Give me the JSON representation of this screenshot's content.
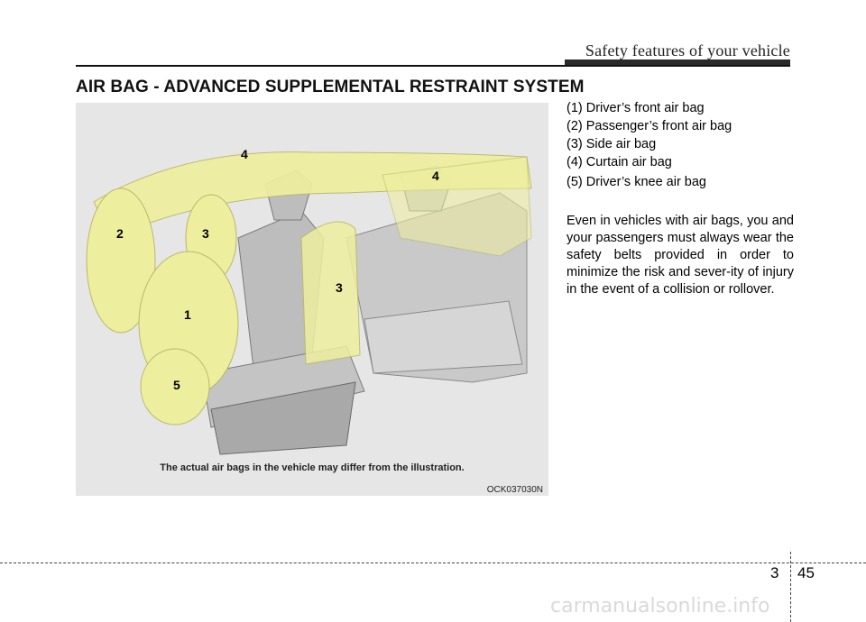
{
  "header": {
    "section": "Safety features of your vehicle"
  },
  "title": "AIR BAG - ADVANCED SUPPLEMENTAL RESTRAINT SYSTEM",
  "figure": {
    "caption": "The actual air bags in the vehicle may differ from the illustration.",
    "code": "OCK037030N",
    "callouts": [
      "1",
      "2",
      "3",
      "3",
      "4",
      "4",
      "5"
    ]
  },
  "legend": [
    "(1) Driver’s front air bag",
    "(2) Passenger’s front air bag",
    "(3) Side air bag",
    "(4) Curtain air bag",
    "(5) Driver’s knee air bag"
  ],
  "body": "Even in vehicles with air bags, you and your passengers must always wear the safety belts provided in order to minimize the risk and sever-ity of injury in the event of a collision or rollover.",
  "footer": {
    "chapter": "3",
    "page": "45",
    "watermark": "carmanualsonline.info"
  },
  "colors": {
    "airbag": "#eeef9e",
    "airbag_stroke": "#b8b868",
    "seat": "#b8b8b8"
  }
}
